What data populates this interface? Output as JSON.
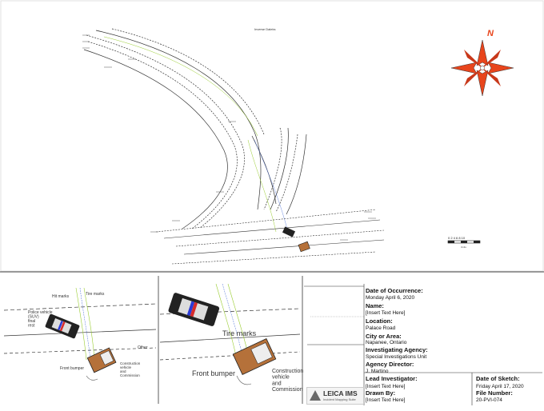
{
  "sheet": {
    "main_title": "Inverse Daleks",
    "scale_numbers": "0 2 4 6 8 10",
    "scale_unit": "Units"
  },
  "north": {
    "label": "N",
    "color": "#e8451c"
  },
  "inset_left": {
    "labels": {
      "hit_marks": "Hit marks",
      "tire_marks": "Tire marks",
      "police_vehicle": "Police vehicle\n(SUV)\nfinal\nrest",
      "front_bumper": "Front bumper",
      "other": "Other",
      "construction": "Construction\nvehicle\nand\nCommission"
    }
  },
  "inset_right": {
    "labels": {
      "tire_marks": "Tire marks",
      "front_bumper": "Front bumper",
      "construction": "Construction\nvehicle\nand\nCommission"
    }
  },
  "title_block": {
    "date_occurrence_label": "Date of Occurrence:",
    "date_occurrence": "Monday April 6, 2020",
    "name_label": "Name:",
    "name": "[Insert Text Here]",
    "location_label": "Location:",
    "location": "Palace Road",
    "city_label": "City or Area:",
    "city": "Napanee, Ontario",
    "agency_label": "Investigating Agency:",
    "agency": "Special Investigations Unit",
    "director_label": "Agency Director:",
    "director": "J. Martino",
    "lead_label": "Lead Investigator:",
    "lead": "[Insert Text Here]",
    "drawn_label": "Drawn By:",
    "drawn": "[Insert Text Here]",
    "sketch_date_label": "Date of Sketch:",
    "sketch_date": "Friday April 17, 2020",
    "file_label": "File Number:",
    "file": "20-PVI-074"
  },
  "logo": {
    "name": "LEICA IMS",
    "tagline": "Incident Mapping Suite"
  },
  "colors": {
    "tire_green": "#9acd32",
    "tire_blue": "#4a6fd8",
    "police_blue": "#2b3bd6",
    "police_red": "#d62b2b",
    "truck_brown": "#b5713a"
  }
}
